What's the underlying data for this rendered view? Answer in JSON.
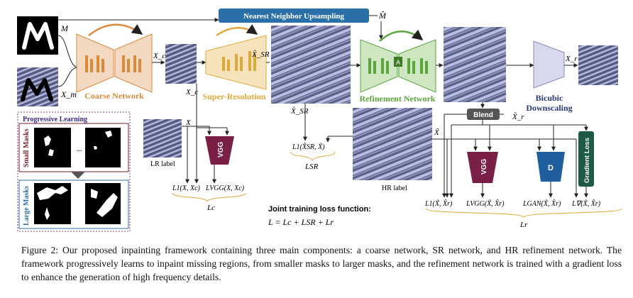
{
  "figure": {
    "labels": {
      "mask_M": "M",
      "masked_Xm": "X_m",
      "coarse_network": "Coarse Network",
      "nn_upsampling": "Nearest Neighbor Upsampling",
      "M_hat": "M̂",
      "Xc_top": "X_c",
      "Xc_below": "X_c",
      "super_resolution": "Super-Resolution",
      "X_hat_SR": "X̂_SR",
      "X_hat_SR_below": "X̂_SR",
      "refinement_network": "Refinement Network",
      "Xr_right": "X_r",
      "bicubic": "Bicubic",
      "downscaling": "Downscaling",
      "blend": "Blend",
      "X_hat_r": "X̂_r",
      "X_tilde": "X̃",
      "X_lr": "X",
      "lr_label": "LR label",
      "hr_label": "HR label",
      "vgg1": "VGG",
      "vgg2": "VGG",
      "d": "D",
      "gradient_loss": "Gradient Loss",
      "progressive_learning": "Progressive Learning",
      "small_masks": "Small Masks",
      "large_masks": "Large Masks",
      "dots": "...",
      "loss_L1_c": "L1(X, Xc)",
      "loss_VGG_c": "LVGG(X, Xc)",
      "L_c": "Lc",
      "loss_L1_SR": "L1(X̂SR, X̃)",
      "L_SR": "LSR",
      "loss_L1_r": "L1(X̃, X̂r)",
      "loss_VGG_r": "LVGG(X̃, X̂r)",
      "loss_GAN_r": "LGAN(X̃, X̂r)",
      "loss_grad_r": "L∇(X̃, X̂r)",
      "L_r": "Lr",
      "joint_title": "Joint training loss function:",
      "joint_eq": "L = Lc + LSR + Lr"
    },
    "colors": {
      "coarse_orange": "#d98a3a",
      "sr_orange": "#e0a83a",
      "refine_green": "#5aa63a",
      "nn_blue": "#2a6fa8",
      "vgg_maroon": "#7a1f45",
      "d_blue": "#1f5f9e",
      "grad_green": "#1f5a45",
      "blend_gray": "#555555"
    }
  },
  "caption": "Figure 2: Our proposed inpainting framework containing three main components: a coarse network, SR network, and HR refinement network. The framework progressively learns to inpaint missing regions, from smaller masks to larger masks, and the refinement network is trained with a gradient loss to enhance the generation of high frequency details."
}
